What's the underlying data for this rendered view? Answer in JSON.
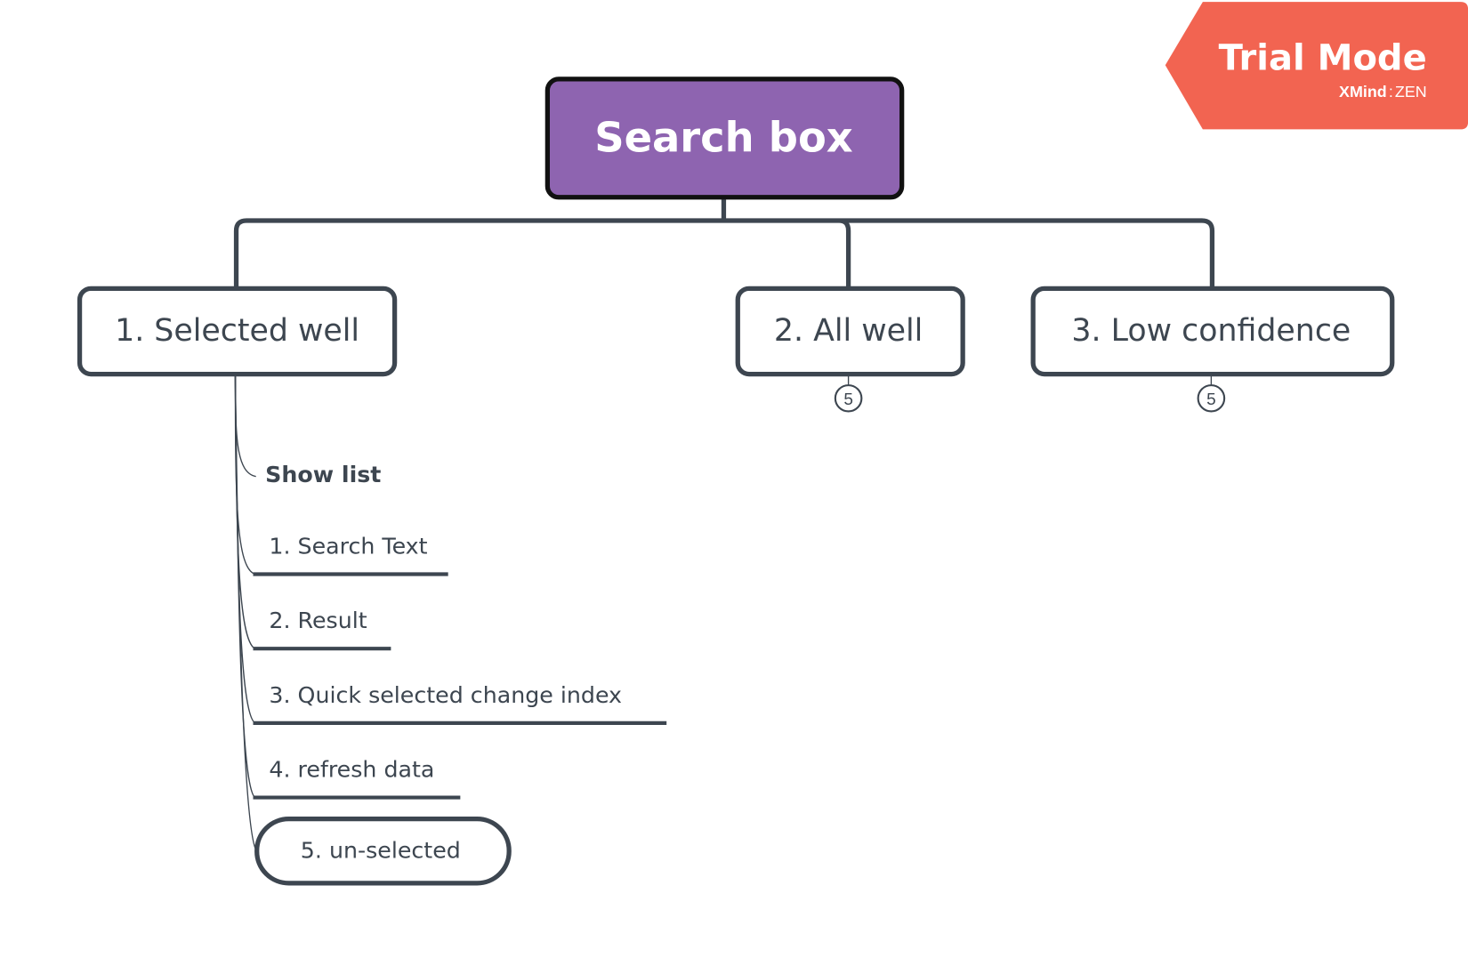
{
  "root": {
    "label": "Search box",
    "fill": "#8e64b0",
    "border": "#111111"
  },
  "branches": [
    {
      "label": "1. Selected well"
    },
    {
      "label": "2. All well",
      "collapsed_count": "5"
    },
    {
      "label": "3. Low confidence",
      "collapsed_count": "5"
    }
  ],
  "children": [
    {
      "label": "Show list"
    },
    {
      "label": "1. Search Text"
    },
    {
      "label": "2. Result"
    },
    {
      "label": "3. Quick selected change index"
    },
    {
      "label": "4. refresh data"
    },
    {
      "label": "5. un-selected"
    }
  ],
  "trial_badge": {
    "title": "Trial Mode",
    "brand_left": "XMind",
    "brand_sep": ":",
    "brand_right": "ZEN",
    "color": "#f26451"
  },
  "colors": {
    "line": "#3d4650",
    "text": "#3d4650",
    "background": "#ffffff"
  }
}
